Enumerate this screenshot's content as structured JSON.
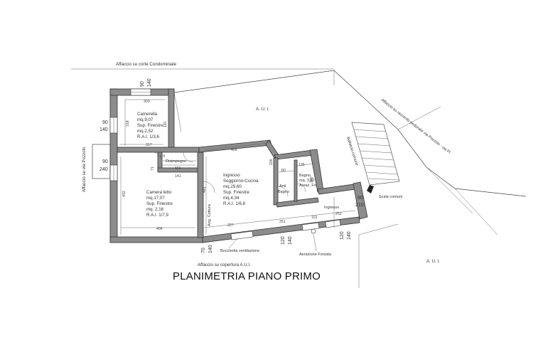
{
  "title": "PLANIMETRIA PIANO PRIMO",
  "facing": {
    "top": "Affaccio su corte Condominiale",
    "left": "Affaccio su via Pozzolo",
    "right": "Affaccio su raccordo pedonale via Pozzolo - via Pi",
    "bottom": "Affaccio su copertura A.U.I."
  },
  "areas": {
    "aui_top": "A. U. I.",
    "aui_bottom": "A. U. I."
  },
  "rooms": {
    "camerella": [
      "Camerella",
      "mq.9,07",
      "Sup. Finestre",
      "mq.2,52",
      "R.A.I. 1/3,6"
    ],
    "camera_letto": [
      "Camera letto",
      "mq.17,07",
      "Sup. Finestre",
      "mq. 2,16",
      "R.A.I. 1/7,9"
    ],
    "disimpegno": "Disimpegno",
    "soggiorno": [
      "Ingresso",
      "Soggiorno-Cucina",
      "mq.29,60",
      "Sup. Finestre",
      "mq.4,34",
      "R.A.I. 1/6,8"
    ],
    "antibagno": [
      "Anti",
      "Bagno"
    ],
    "bagno": [
      "Bagno",
      "mq. 3,30",
      "Areaz. Fo"
    ],
    "ingresso": "Ingresso",
    "scale": "Scale comuni",
    "ballatoio": "Ballatoio comune",
    "arm_cottura": "Ang. Cottura"
  },
  "annotations": {
    "bocchetta": "Bocchetta ventilazione",
    "aerazione": "Aerazione Forzata"
  },
  "window_heights": {
    "top_left": [
      "90",
      "140"
    ],
    "left_upper": [
      "90",
      "140"
    ],
    "left_lower": [
      "90",
      "240"
    ],
    "bottom_left": [
      "70",
      "140"
    ],
    "bottom_mid": [
      "120",
      "140"
    ],
    "bottom_right": [
      "120",
      "140"
    ],
    "right": [
      "90",
      "210"
    ]
  },
  "dimensions": {
    "camerella_w": "303",
    "camerella_h": "318",
    "camerella_inner": "317",
    "small_a": "115",
    "small_b": "110",
    "small_c": "71",
    "dis_w": "156",
    "dis_b": "141",
    "camera_h": "432",
    "camera_w": "404",
    "soggiorno_top": "428",
    "soggiorno_h": "481",
    "soggiorno_bottom": "327",
    "anti_w": "80",
    "bagno_w": "135",
    "bagno_h": "150",
    "ingresso_a": "251",
    "ingresso_b": "101",
    "ingresso_c": "252",
    "c106": "106"
  }
}
